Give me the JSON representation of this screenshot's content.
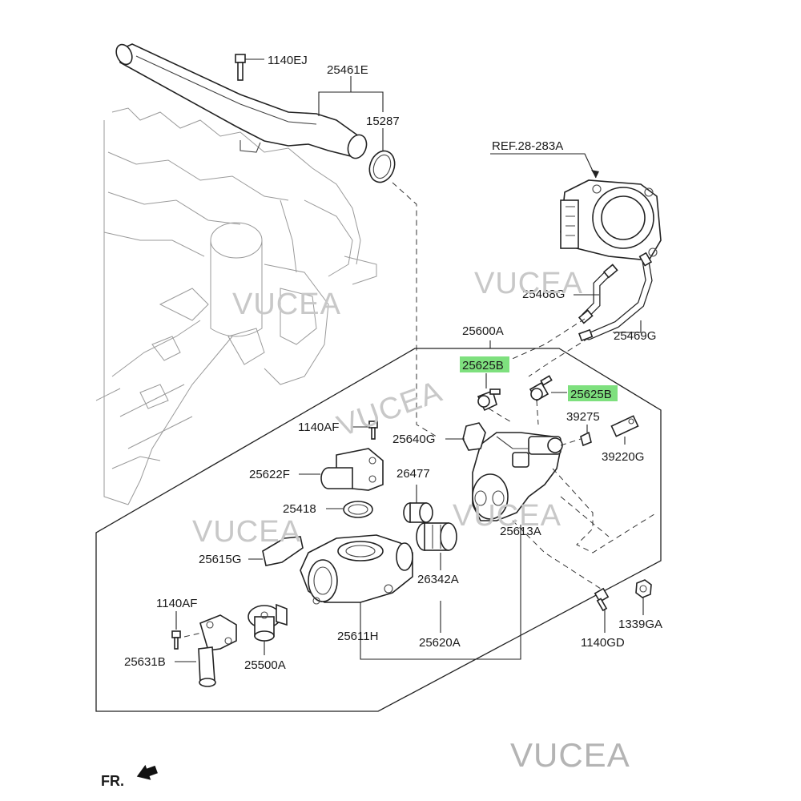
{
  "labels": {
    "p1140EJ": "1140EJ",
    "p25461E": "25461E",
    "p15287": "15287",
    "ref": "REF.28-283A",
    "p25468G": "25468G",
    "p25469G": "25469G",
    "p25600A": "25600A",
    "p25625B_a": "25625B",
    "p25625B_b": "25625B",
    "p39275": "39275",
    "p39220G": "39220G",
    "p1140AF_top": "1140AF",
    "p25640G": "25640G",
    "p25622F": "25622F",
    "p26477": "26477",
    "p25418": "25418",
    "p25613A": "25613A",
    "p25615G": "25615G",
    "p26342A": "26342A",
    "p1140AF_bottom": "1140AF",
    "p25631B": "25631B",
    "p25500A": "25500A",
    "p25611H": "25611H",
    "p25620A": "25620A",
    "p1140GD": "1140GD",
    "p1339GA": "1339GA",
    "front": "FR."
  },
  "watermarks": {
    "w1": "VUCEA",
    "w2": "VUCEA",
    "w3": "VUCEA",
    "w4": "VUCEA",
    "w5": "VUCEA",
    "w6": "VUCEA"
  },
  "highlight_color": "#7ee07e"
}
